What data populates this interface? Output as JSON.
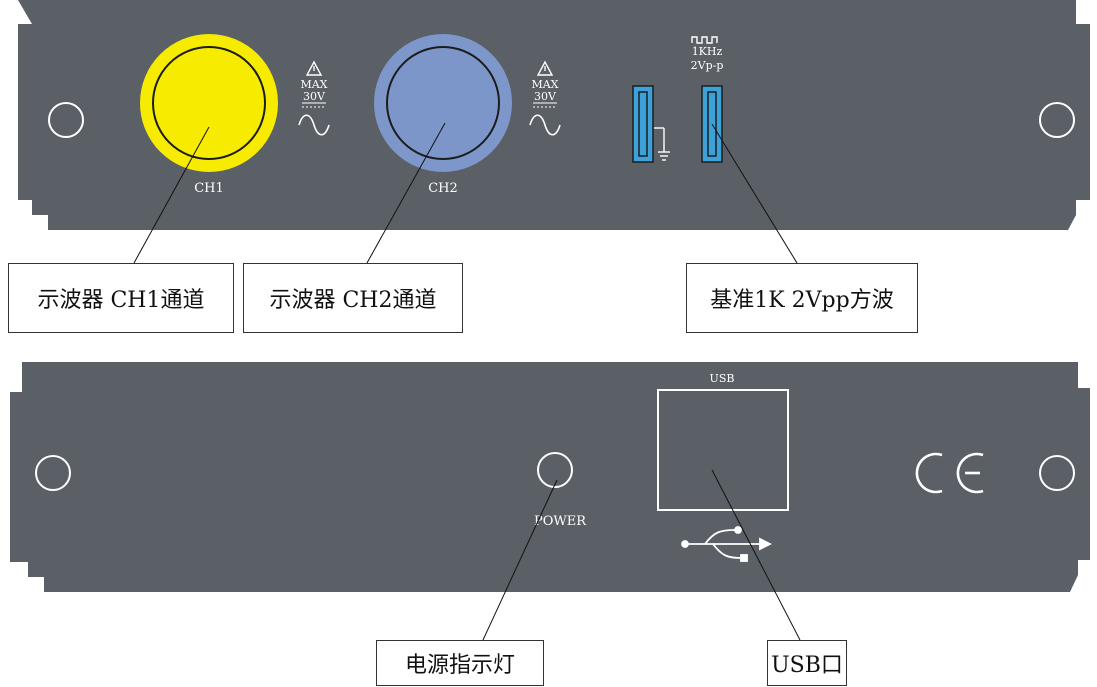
{
  "front_panel": {
    "ch1_label": "CH1",
    "ch2_label": "CH2",
    "warning_max": "MAX",
    "warning_voltage": "30V",
    "cal_freq": "1KHz",
    "cal_amp": "2Vp-p",
    "colors": {
      "panel": "#5b6067",
      "ch1_ring": "#f7eb00",
      "ch2_ring": "#7e97cb",
      "ch2_face": "#7d96c9",
      "terminal": "#3da2d9"
    }
  },
  "back_panel": {
    "usb_label": "USB",
    "power_label": "POWER",
    "ce_mark": "CE"
  },
  "callouts": {
    "ch1": "示波器 CH1通道",
    "ch2": "示波器 CH2通道",
    "ref": "基准1K 2Vpp方波",
    "power": "电源指示灯",
    "usb": "USB口"
  }
}
